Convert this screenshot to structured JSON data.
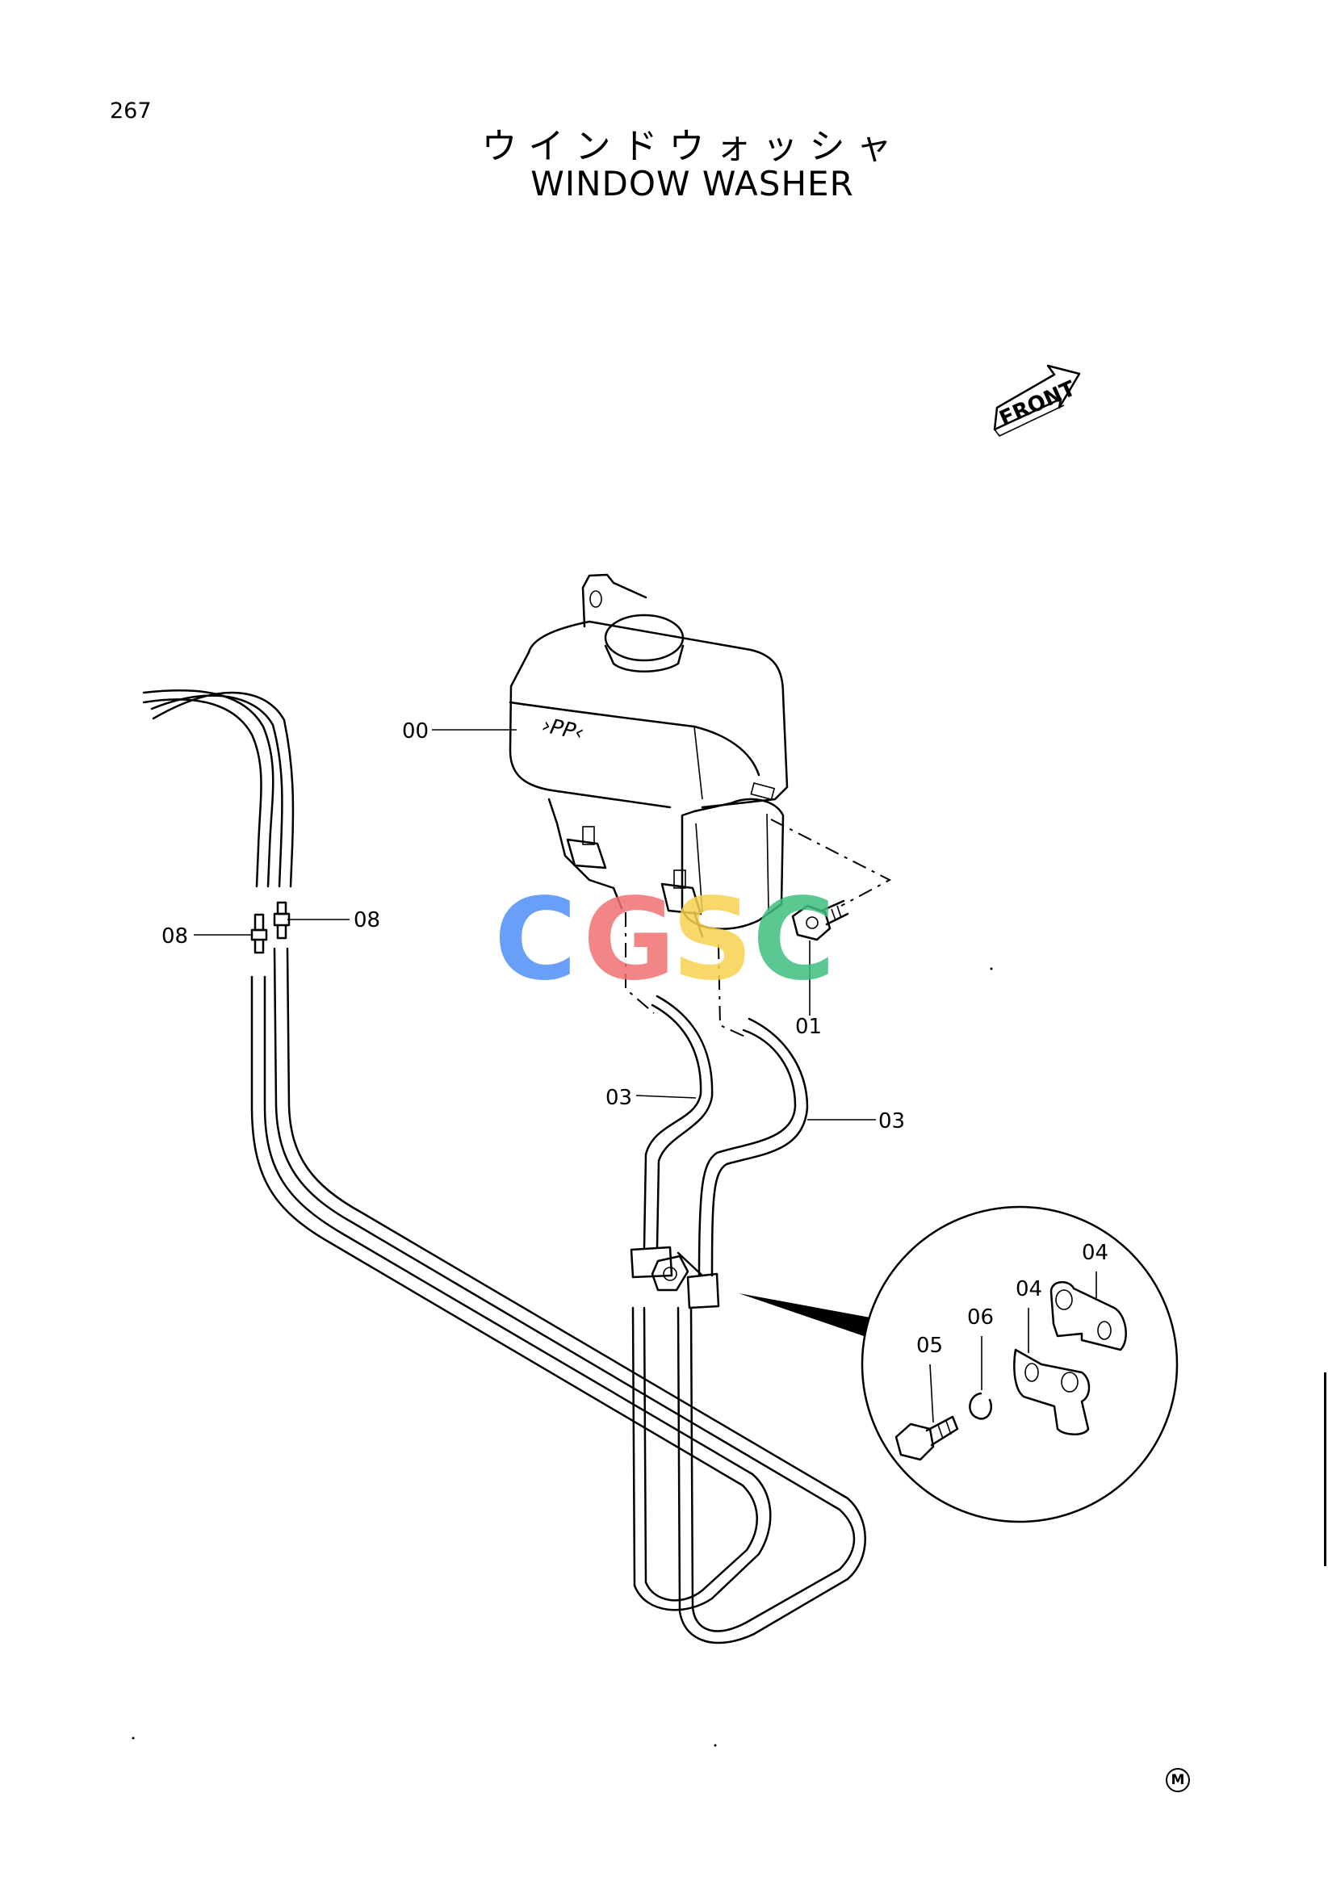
{
  "page": {
    "number": "267",
    "title_jp": "ウインドウォッシャ",
    "title_en": "WINDOW WASHER",
    "code_mark": "M"
  },
  "front_arrow": {
    "label": "FRONT"
  },
  "tank_marking": "›PP‹",
  "watermark": {
    "text": "CGSC",
    "colors": [
      "#4f8ff7",
      "#f07070",
      "#f9d250",
      "#3fbf7f"
    ]
  },
  "callouts": [
    {
      "id": "tank",
      "label": "00"
    },
    {
      "id": "bolt",
      "label": "01"
    },
    {
      "id": "hose-left",
      "label": "03"
    },
    {
      "id": "hose-right",
      "label": "03"
    },
    {
      "id": "clip-upper",
      "label": "04"
    },
    {
      "id": "clip-lower",
      "label": "04"
    },
    {
      "id": "clamp-bolt",
      "label": "05"
    },
    {
      "id": "washer",
      "label": "06"
    },
    {
      "id": "joint-left",
      "label": "08"
    },
    {
      "id": "joint-right",
      "label": "08"
    }
  ]
}
